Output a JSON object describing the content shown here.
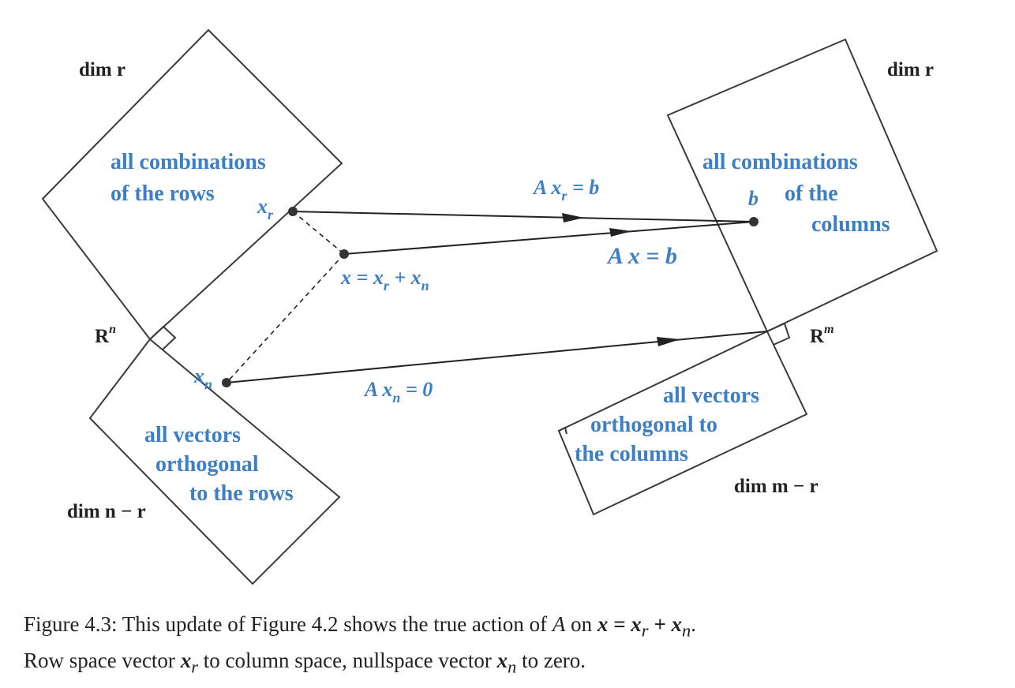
{
  "left_space": {
    "row_label_1": "all combinations",
    "row_label_2": "of the rows",
    "row_dim": "dim r",
    "null_label_1": "all vectors",
    "null_label_2": "orthogonal",
    "null_label_3": "to the rows",
    "null_dim": "dim n − r",
    "space_name": "R",
    "space_exp": "n"
  },
  "right_space": {
    "col_label_1": "all combinations",
    "col_label_2": "of the",
    "col_label_3": "columns",
    "col_dim": "dim r",
    "leftnull_label_1": "all vectors",
    "leftnull_label_2": "orthogonal to",
    "leftnull_label_3": "the columns",
    "leftnull_dim": "dim m − r",
    "space_name": "R",
    "space_exp": "m"
  },
  "points": {
    "xr": "x",
    "xr_sub": "r",
    "xn": "x",
    "xn_sub": "n",
    "b": "b",
    "x_eq": "x = x",
    "x_eq_sub1": "r",
    "x_eq_plus": " + x",
    "x_eq_sub2": "n"
  },
  "arrows": {
    "axr_a": "A x",
    "axr_sub": "r",
    "axr_rhs": " = b",
    "ax": "A x = b",
    "axn_a": "A x",
    "axn_sub": "n",
    "axn_rhs": " = 0"
  },
  "caption": {
    "line1_text": "Figure 4.3: This update of Figure 4.2 shows the true action of ",
    "line1_A": "A",
    "line1_on": " on ",
    "line1_eq": "x = x",
    "line1_sub1": "r",
    "line1_plus": " + x",
    "line1_sub2": "n",
    "line1_end": ".",
    "line2_a": "Row space vector ",
    "line2_xr": "x",
    "line2_xr_sub": "r",
    "line2_b": " to column space, nullspace vector ",
    "line2_xn": "x",
    "line2_xn_sub": "n",
    "line2_c": " to zero."
  },
  "colors": {
    "label_blue": "#3d7fc4",
    "line_black": "#222222"
  }
}
